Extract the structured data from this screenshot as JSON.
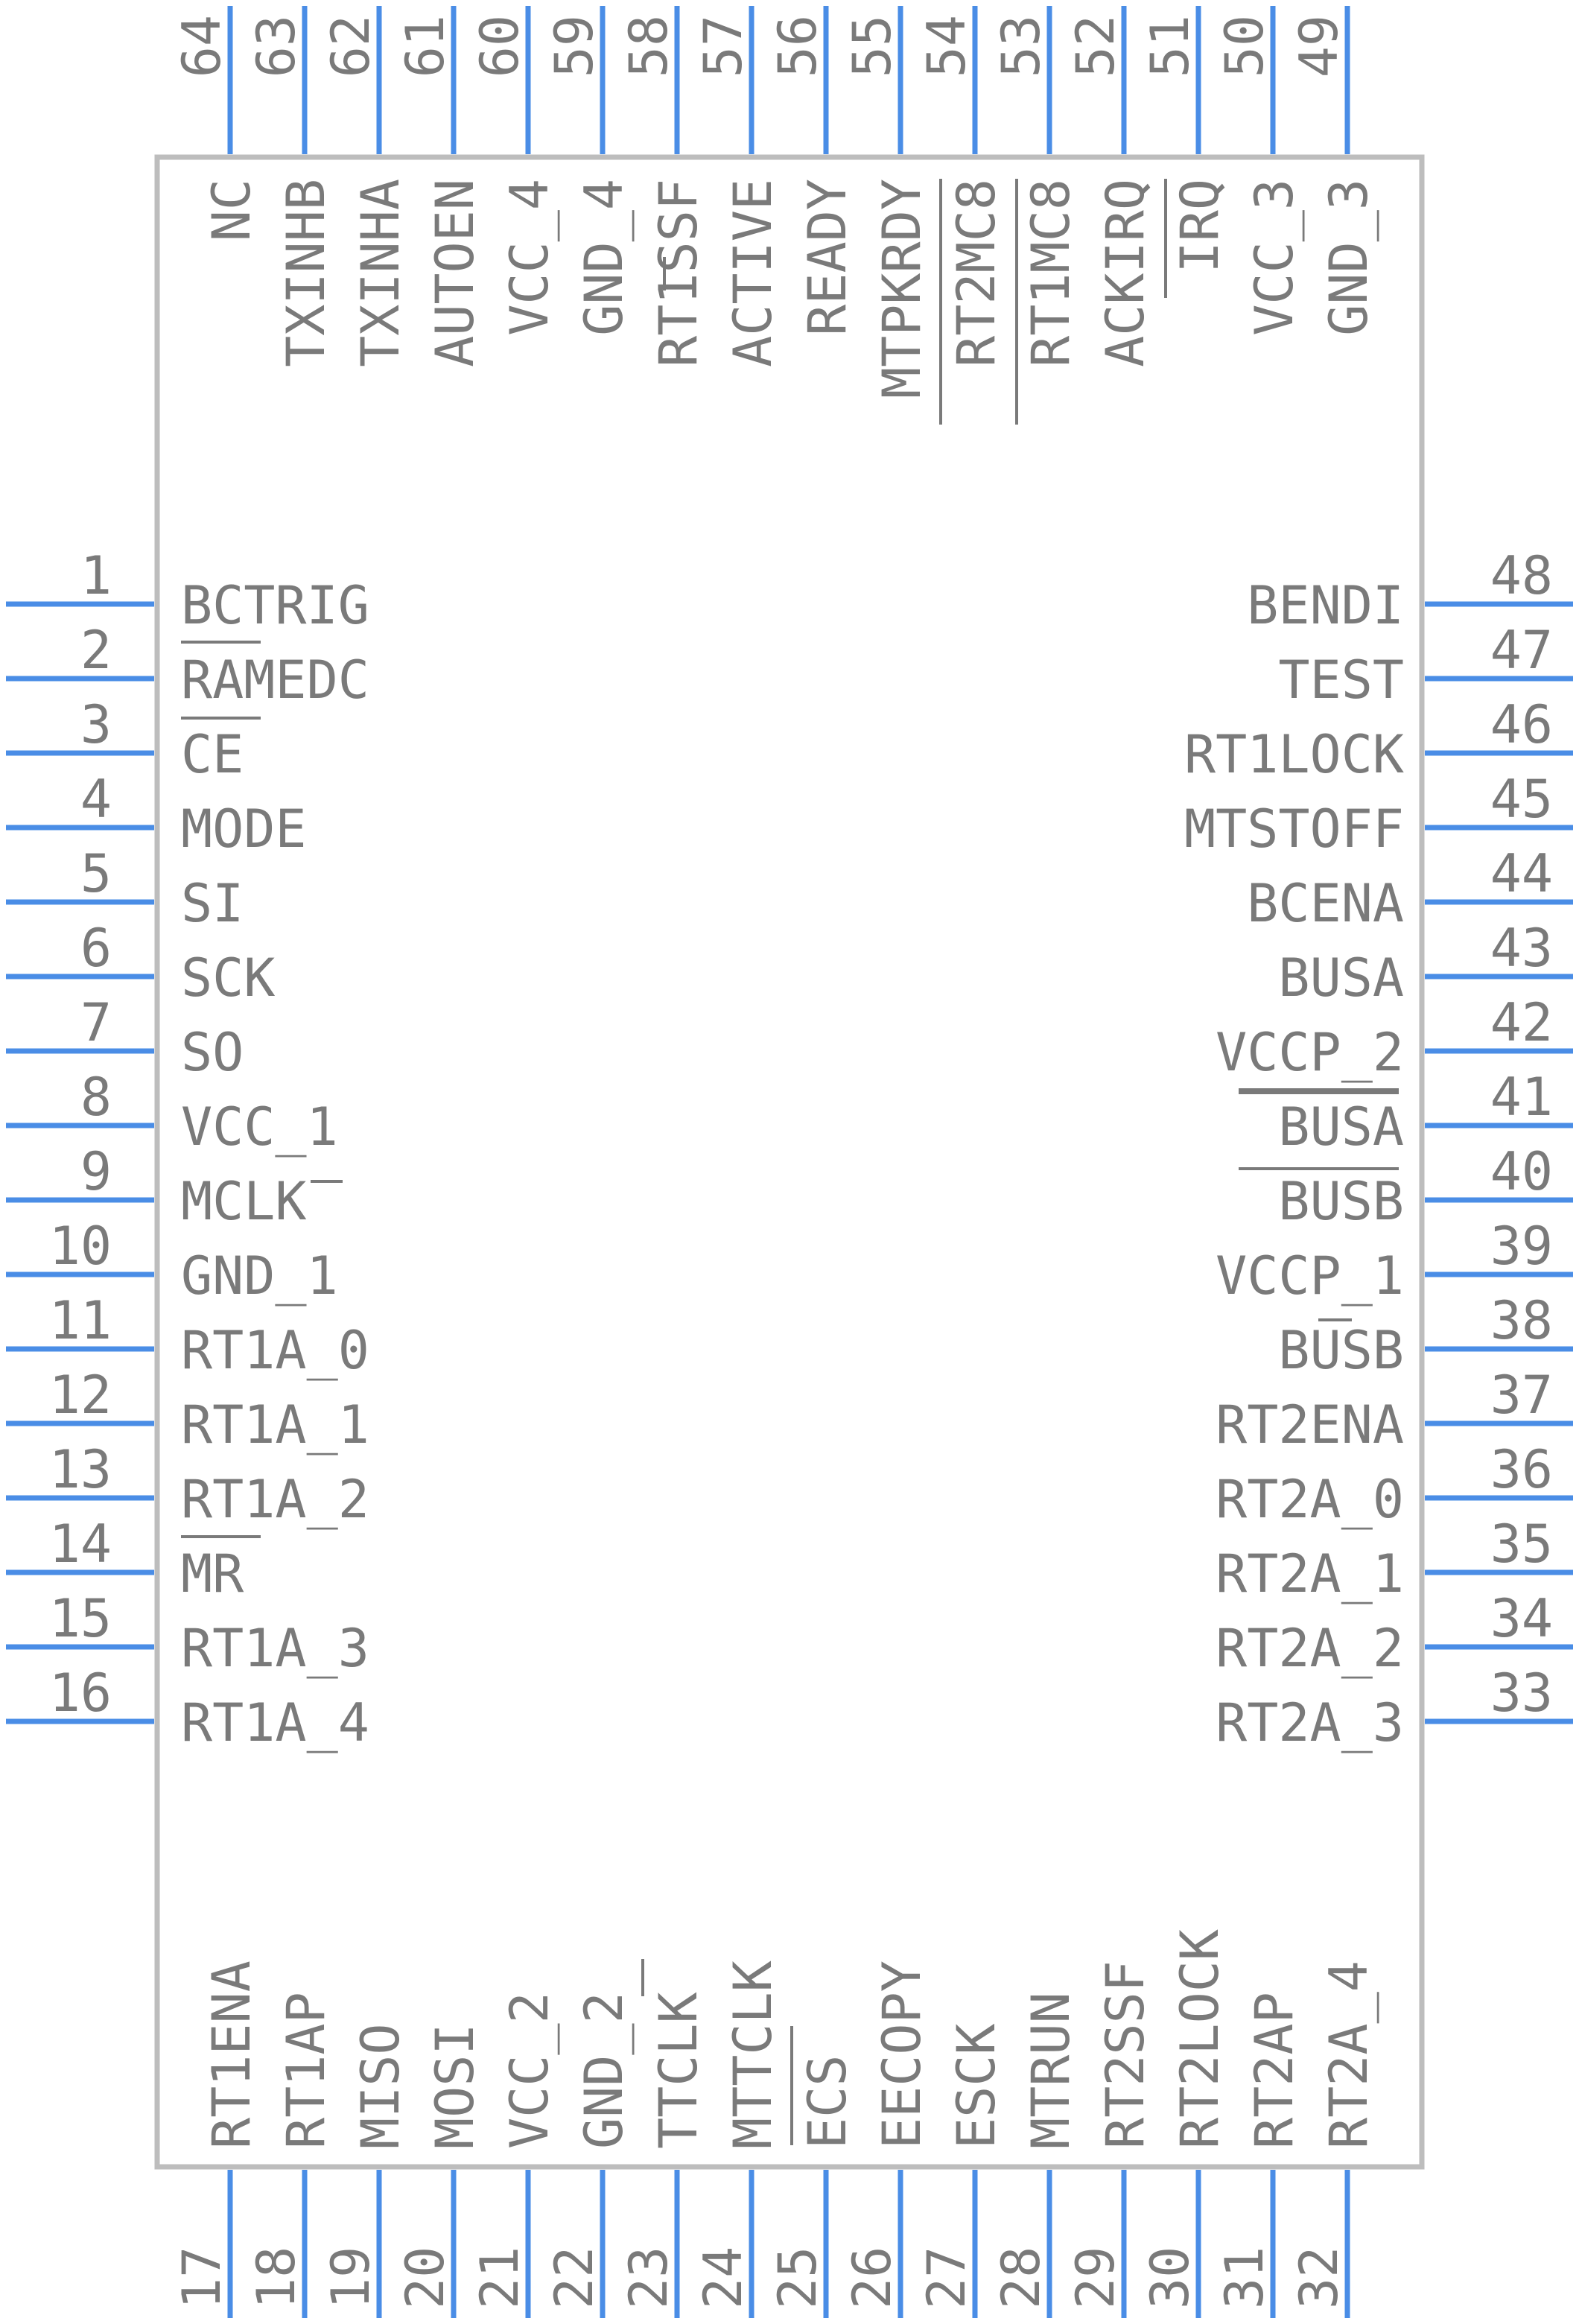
{
  "component": {
    "pins_left": [
      {
        "num": "1",
        "name": "BCTRIG"
      },
      {
        "num": "2",
        "name": "RAMEDC"
      },
      {
        "num": "3",
        "name": "CE"
      },
      {
        "num": "4",
        "name": "MODE"
      },
      {
        "num": "5",
        "name": "SI"
      },
      {
        "num": "6",
        "name": "SCK"
      },
      {
        "num": "7",
        "name": "SO"
      },
      {
        "num": "8",
        "name": "VCC_1"
      },
      {
        "num": "9",
        "name": "MCLK"
      },
      {
        "num": "10",
        "name": "GND_1"
      },
      {
        "num": "11",
        "name": "RT1A_0"
      },
      {
        "num": "12",
        "name": "RT1A_1"
      },
      {
        "num": "13",
        "name": "RT1A_2"
      },
      {
        "num": "14",
        "name": "MR"
      },
      {
        "num": "15",
        "name": "RT1A_3"
      },
      {
        "num": "16",
        "name": "RT1A_4"
      }
    ],
    "pins_right": [
      {
        "num": "48",
        "name": "BENDI"
      },
      {
        "num": "47",
        "name": "TEST"
      },
      {
        "num": "46",
        "name": "RT1LOCK"
      },
      {
        "num": "45",
        "name": "MTSTOFF"
      },
      {
        "num": "44",
        "name": "BCENA"
      },
      {
        "num": "43",
        "name": "BUSA"
      },
      {
        "num": "42",
        "name": "VCCP_2"
      },
      {
        "num": "41",
        "name": "BUSA"
      },
      {
        "num": "40",
        "name": "BUSB"
      },
      {
        "num": "39",
        "name": "VCCP_1"
      },
      {
        "num": "38",
        "name": "BUSB"
      },
      {
        "num": "37",
        "name": "RT2ENA"
      },
      {
        "num": "36",
        "name": "RT2A_0"
      },
      {
        "num": "35",
        "name": "RT2A_1"
      },
      {
        "num": "34",
        "name": "RT2A_2"
      },
      {
        "num": "33",
        "name": "RT2A_3"
      }
    ],
    "pins_top": [
      {
        "num": "64",
        "name": "NC"
      },
      {
        "num": "63",
        "name": "TXINHB"
      },
      {
        "num": "62",
        "name": "TXINHA"
      },
      {
        "num": "61",
        "name": "AUTOEN"
      },
      {
        "num": "60",
        "name": "VCC_4"
      },
      {
        "num": "59",
        "name": "GND_4"
      },
      {
        "num": "58",
        "name": "RT1SSF"
      },
      {
        "num": "57",
        "name": "ACTIVE"
      },
      {
        "num": "56",
        "name": "READY"
      },
      {
        "num": "55",
        "name": "MTPKRDY"
      },
      {
        "num": "54",
        "name": "RT2MC8"
      },
      {
        "num": "53",
        "name": "RT1MC8"
      },
      {
        "num": "52",
        "name": "ACKIRQ"
      },
      {
        "num": "51",
        "name": "IRQ"
      },
      {
        "num": "50",
        "name": "VCC_3"
      },
      {
        "num": "49",
        "name": "GND_3"
      }
    ],
    "pins_bottom": [
      {
        "num": "17",
        "name": "RT1ENA"
      },
      {
        "num": "18",
        "name": "RT1AP"
      },
      {
        "num": "19",
        "name": "MISO"
      },
      {
        "num": "20",
        "name": "MOSI"
      },
      {
        "num": "21",
        "name": "VCC_2"
      },
      {
        "num": "22",
        "name": "GND_2"
      },
      {
        "num": "23",
        "name": "TTCLK"
      },
      {
        "num": "24",
        "name": "MTTCLK"
      },
      {
        "num": "25",
        "name": "ECS"
      },
      {
        "num": "26",
        "name": "EECOPY"
      },
      {
        "num": "27",
        "name": "ESCK"
      },
      {
        "num": "28",
        "name": "MTRUN"
      },
      {
        "num": "29",
        "name": "RT2SSF"
      },
      {
        "num": "30",
        "name": "RT2LOCK"
      },
      {
        "num": "31",
        "name": "RT2AP"
      },
      {
        "num": "32",
        "name": "RT2A_4"
      }
    ],
    "colors": {
      "pin": "#4a8de6",
      "body_outline": "#bdbdbd",
      "text": "#7a7a7a"
    }
  }
}
